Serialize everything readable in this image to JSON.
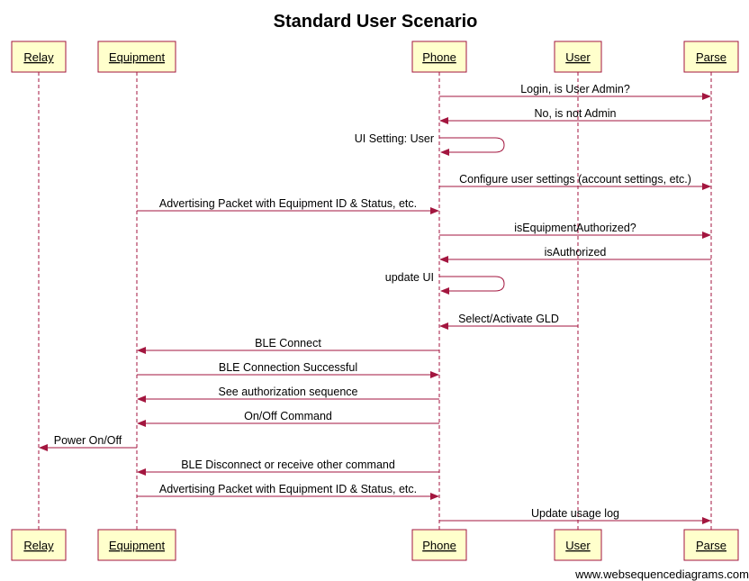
{
  "title": "Standard User Scenario",
  "footer": "www.websequencediagrams.com",
  "colors": {
    "line": "#a3163f",
    "actor_fill": "#ffffcc",
    "actor_border": "#a3163f"
  },
  "participants": [
    {
      "id": "relay",
      "label": "Relay"
    },
    {
      "id": "equipment",
      "label": "Equipment"
    },
    {
      "id": "phone",
      "label": "Phone"
    },
    {
      "id": "user",
      "label": "User"
    },
    {
      "id": "parse",
      "label": "Parse"
    }
  ],
  "messages": [
    {
      "from": "phone",
      "to": "parse",
      "label": "Login, is User Admin?"
    },
    {
      "from": "parse",
      "to": "phone",
      "label": "No, is not Admin"
    },
    {
      "from": "phone",
      "to": "phone",
      "label": "UI Setting: User"
    },
    {
      "from": "phone",
      "to": "parse",
      "label": "Configure user settings (account settings, etc.)"
    },
    {
      "from": "equipment",
      "to": "phone",
      "label": "Advertising Packet with Equipment ID & Status, etc."
    },
    {
      "from": "phone",
      "to": "parse",
      "label": "isEquipmentAuthorized?"
    },
    {
      "from": "parse",
      "to": "phone",
      "label": "isAuthorized"
    },
    {
      "from": "phone",
      "to": "phone",
      "label": "update UI"
    },
    {
      "from": "user",
      "to": "phone",
      "label": "Select/Activate GLD"
    },
    {
      "from": "phone",
      "to": "equipment",
      "label": "BLE Connect"
    },
    {
      "from": "equipment",
      "to": "phone",
      "label": "BLE Connection Successful"
    },
    {
      "from": "phone",
      "to": "equipment",
      "label": "See authorization sequence"
    },
    {
      "from": "phone",
      "to": "equipment",
      "label": "On/Off Command"
    },
    {
      "from": "equipment",
      "to": "relay",
      "label": "Power On/Off"
    },
    {
      "from": "phone",
      "to": "equipment",
      "label": "BLE Disconnect or receive other command"
    },
    {
      "from": "equipment",
      "to": "phone",
      "label": "Advertising Packet with Equipment ID & Status, etc."
    },
    {
      "from": "phone",
      "to": "parse",
      "label": "Update usage log"
    }
  ]
}
